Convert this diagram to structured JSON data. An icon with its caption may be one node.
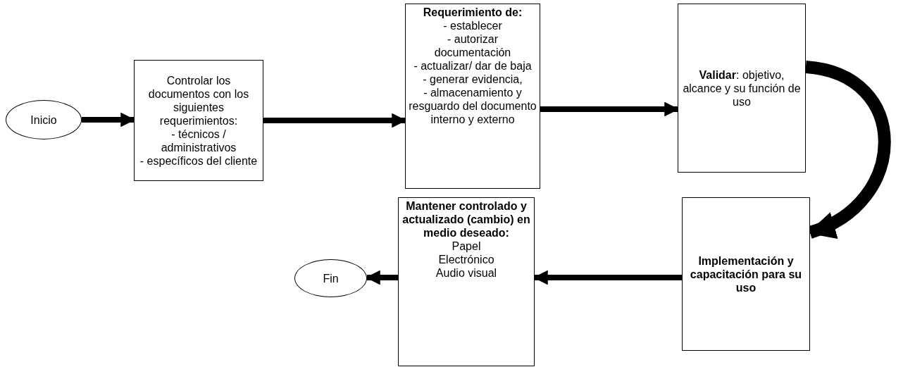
{
  "diagram": {
    "nodes": [
      {
        "text": [
          "Inicio"
        ]
      },
      {
        "text": [
          "Controlar los documentos con los siguientes requerimientos:",
          "- técnicos / administrativos",
          "- específicos del cliente"
        ]
      },
      {
        "text": [
          "Requerimiento de:",
          "- establecer",
          "- autorizar documentación",
          "- actualizar/ dar de baja",
          "- generar evidencia,",
          "- almacenamiento y resguardo del documento interno y externo"
        ]
      },
      {
        "text": [
          "**Validar**: objetivo, alcance y su función de uso"
        ]
      },
      {
        "text": [
          "Implementación y capacitación para su uso"
        ]
      },
      {
        "text": [
          "Mantener controlado y actualizado (cambio) en medio deseado:",
          "Papel",
          "Electrónico",
          "Audio visual"
        ]
      },
      {
        "text": [
          "Fin"
        ]
      }
    ],
    "edges": [
      {
        "from": 0,
        "to": 1,
        "arrow": "to"
      },
      {
        "from": 1,
        "to": 2,
        "arrow": "to"
      },
      {
        "from": 2,
        "to": 3,
        "arrow": "to"
      },
      {
        "from": 3,
        "to": 4,
        "arrow": "to",
        "style": "thick"
      },
      {
        "from": 4,
        "to": 5,
        "arrow": "to"
      },
      {
        "from": 5,
        "to": 6,
        "arrow": "to"
      }
    ]
  }
}
